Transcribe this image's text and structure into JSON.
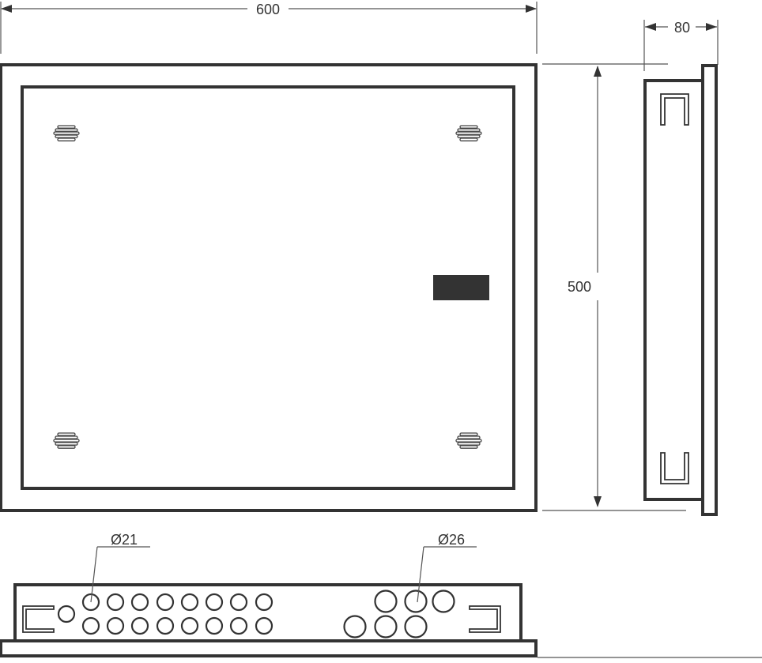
{
  "drawing": {
    "title": "Recessed distribution box – technical drawing",
    "colors": {
      "line": "#333333",
      "background": "#ffffff",
      "lock": "#333333"
    },
    "front_view": {
      "width_label": "600",
      "height_label": "500",
      "vents": 4,
      "lock": "rectangular latch"
    },
    "side_view": {
      "depth_label": "80",
      "clips": 2
    },
    "bottom_view": {
      "small_hole_label": "Ø21",
      "large_hole_label": "Ø26",
      "small_holes_rows": [
        8,
        8
      ],
      "large_holes_rows": [
        3,
        3
      ],
      "extra_small_hole": 1,
      "clips": 2
    }
  }
}
